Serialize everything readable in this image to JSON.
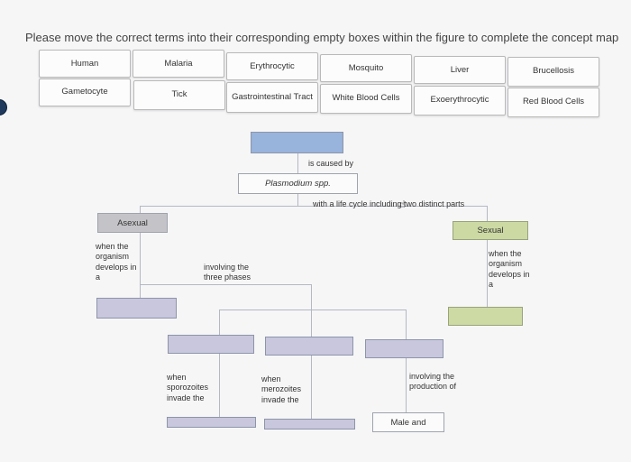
{
  "instruction": "Please move the correct terms into their corresponding empty boxes within the figure to complete the concept map",
  "terms_row1": [
    "Human",
    "Malaria",
    "Erythrocytic",
    "Mosquito",
    "Liver",
    "Brucellosis"
  ],
  "terms_row2": [
    "Gametocyte",
    "Tick",
    "Gastrointestinal Tract",
    "White Blood Cells",
    "Exoerythrocytic",
    "Red Blood Cells"
  ],
  "map": {
    "caused_by": "is caused by",
    "plasmodium": "Plasmodium spp.",
    "life_cycle": "with a life cycle including two distinct parts",
    "asexual": "Asexual",
    "sexual": "Sexual",
    "left_develops": "when the organism develops in a",
    "right_develops": "when the organism develops in a",
    "three_phases": "involving the three phases",
    "sporozoites": "when sporozoites invade the",
    "merozoites": "when merozoites invade the",
    "production": "involving the production of",
    "male_and": "Male and"
  },
  "colors": {
    "blank_purple": "#c8c7de",
    "blank_blue": "#98b3dc",
    "blank_green": "#cedaa3"
  }
}
